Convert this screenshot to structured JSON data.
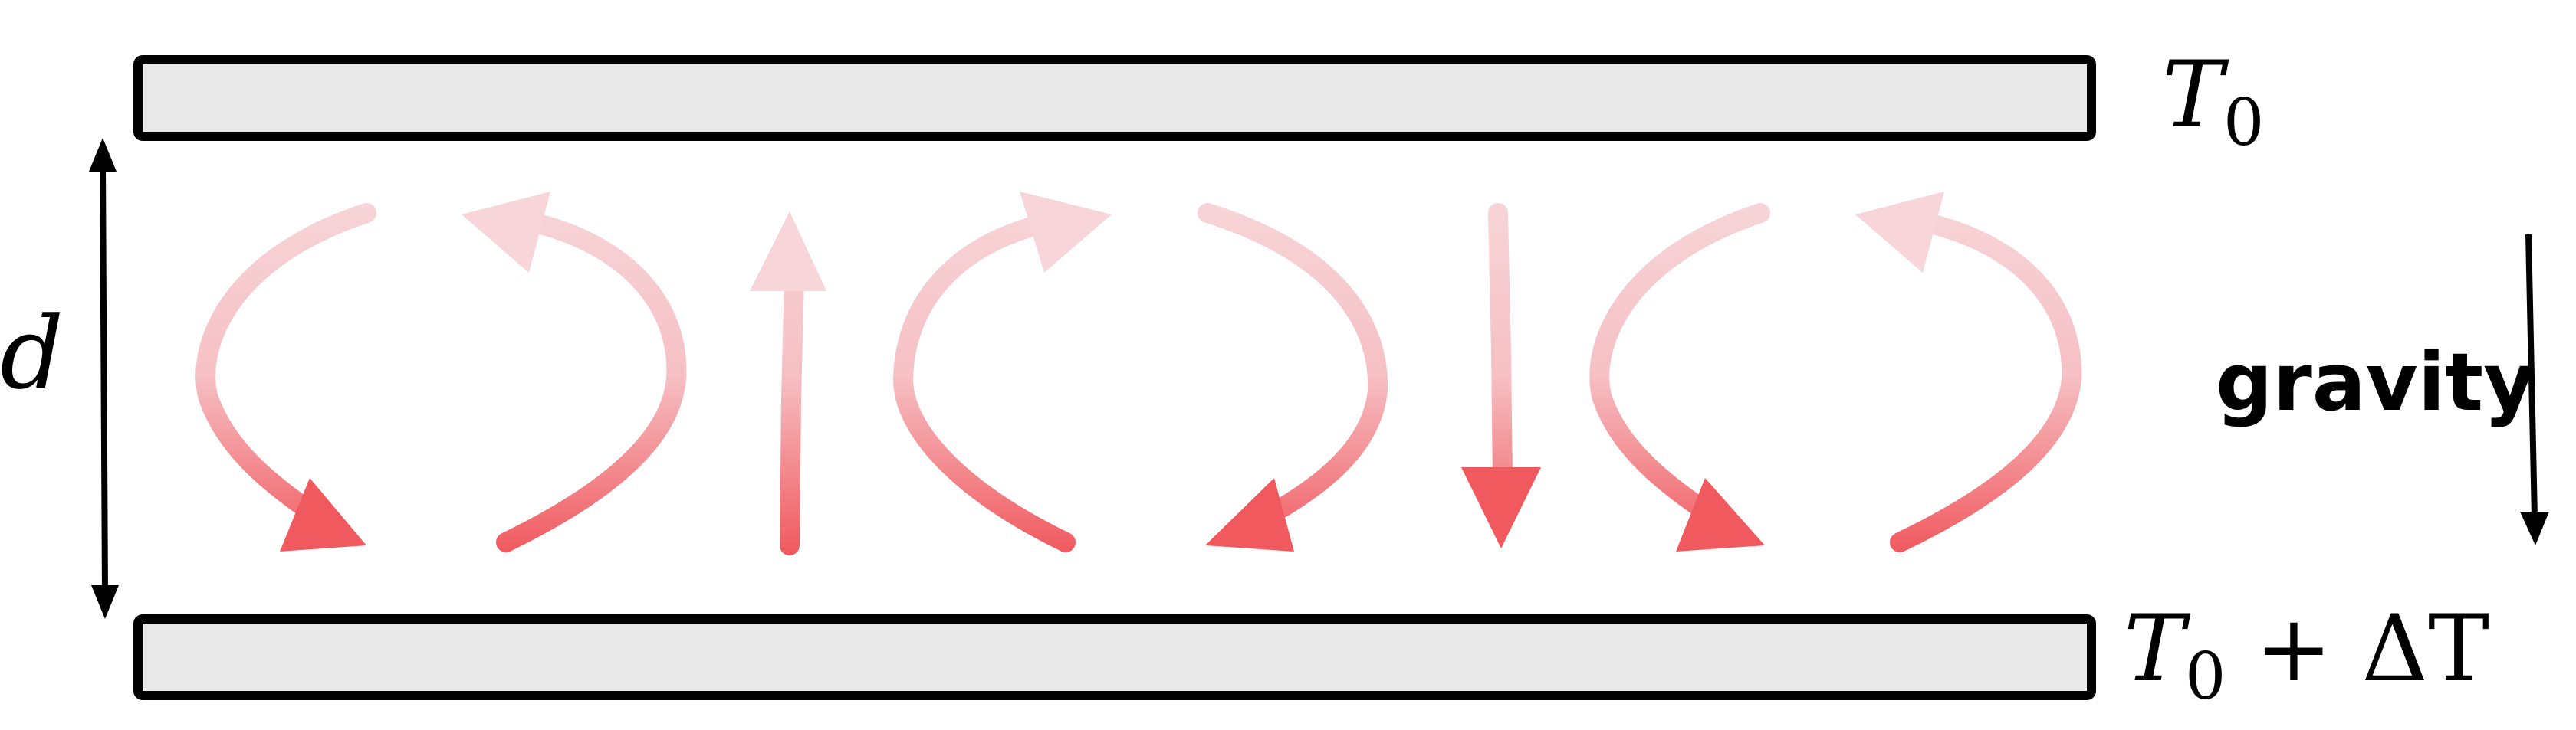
{
  "labels": {
    "top_temperature": "T",
    "top_temperature_sub": "0",
    "bottom_temperature": "T",
    "bottom_temperature_sub": "0",
    "bottom_temperature_rest": " + ΔT",
    "layer_depth": "d",
    "gravity": "gravity"
  },
  "colors": {
    "plate_fill": "#e9e9e9",
    "plate_stroke": "#000000",
    "flow_hot": "#f05a5f",
    "flow_cool": "#f7d5d8"
  },
  "icons": {
    "depth_arrow": "double-headed-arrow",
    "gravity_arrow": "down-arrow",
    "convection_flow": "curved-arrows"
  }
}
